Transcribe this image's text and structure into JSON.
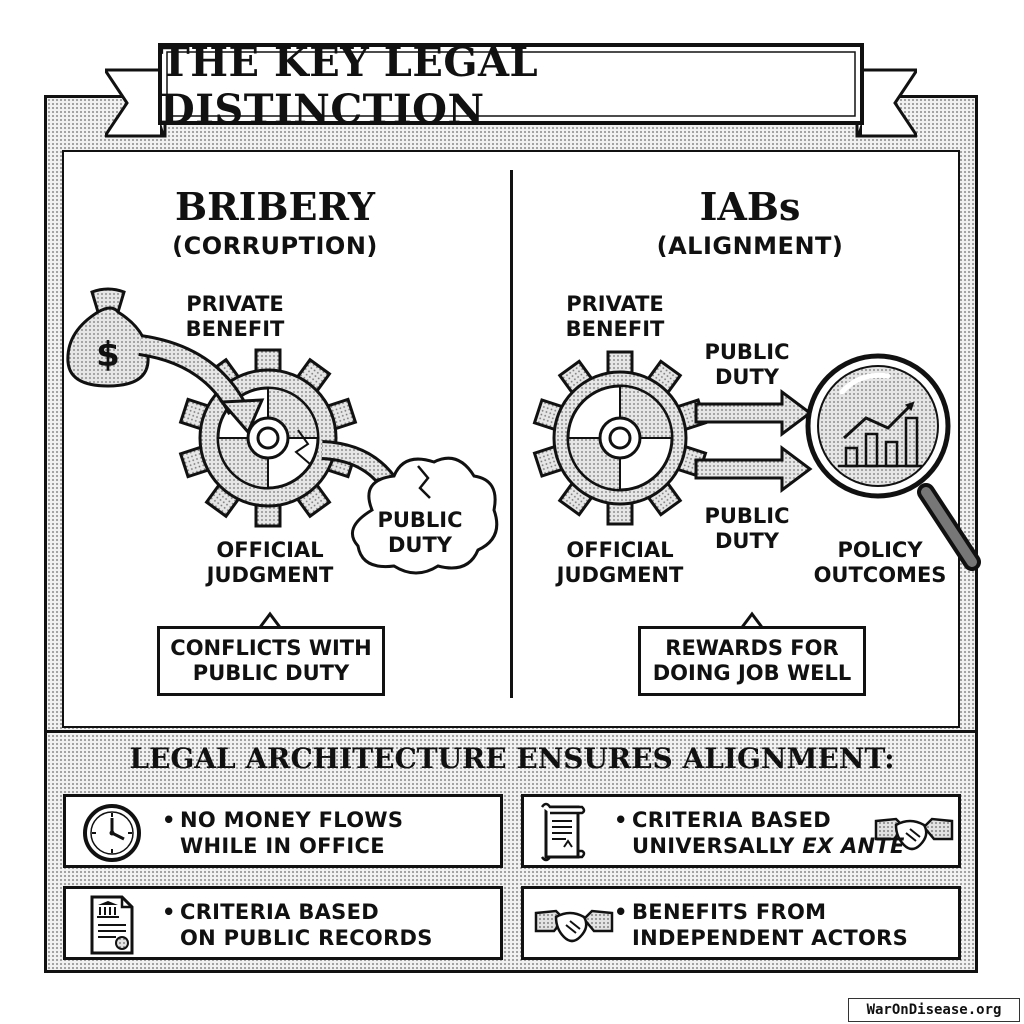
{
  "banner": {
    "title": "THE KEY LEGAL DISTINCTION"
  },
  "left": {
    "title": "BRIBERY",
    "subtitle": "(CORRUPTION)",
    "label_private_benefit": "PRIVATE\nBENEFIT",
    "label_public_duty": "PUBLIC\nDUTY",
    "label_official_judgment": "OFFICIAL\nJUDGMENT",
    "money_symbol": "$",
    "callout": "CONFLICTS WITH\nPUBLIC DUTY"
  },
  "right": {
    "title": "IABs",
    "subtitle": "(ALIGNMENT)",
    "label_private_benefit": "PRIVATE\nBENEFIT",
    "label_public_duty_top": "PUBLIC\nDUTY",
    "label_public_duty_bottom": "PUBLIC\nDUTY",
    "label_official_judgment": "OFFICIAL\nJUDGMENT",
    "label_policy_outcomes": "POLICY\nOUTCOMES",
    "callout": "REWARDS FOR\nDOING JOB WELL"
  },
  "bottom": {
    "title": "LEGAL ARCHITECTURE ENSURES ALIGNMENT:",
    "bullet": "•",
    "cards": [
      {
        "icon": "clock-icon",
        "line1": "NO MONEY FLOWS",
        "line2": "WHILE IN OFFICE",
        "line2_italic": ""
      },
      {
        "icon": "scroll-document-icon",
        "line1": "CRITERIA BASED",
        "line2": "UNIVERSALLY ",
        "line2_italic": "EX ANTE"
      },
      {
        "icon": "public-record-document-icon",
        "line1": "CRITERIA BASED",
        "line2": "ON PUBLIC RECORDS",
        "line2_italic": ""
      },
      {
        "icon": "handshake-icon",
        "line1": "BENEFITS FROM",
        "line2": "INDEPENDENT ACTORS",
        "line2_italic": ""
      }
    ]
  },
  "watermark": "WarOnDisease.org"
}
